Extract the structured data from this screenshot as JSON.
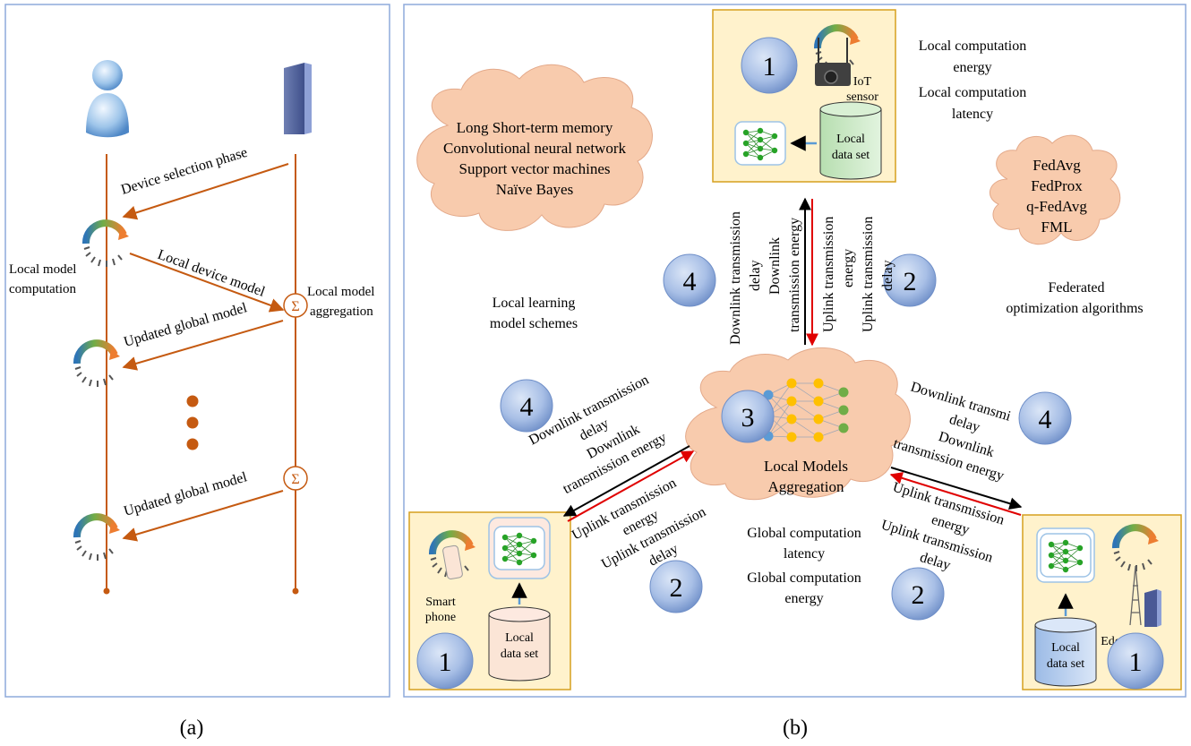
{
  "panel_a": {
    "caption": "(a)",
    "messages": {
      "device_selection": "Device selection phase",
      "local_device_model": "Local device model",
      "updated_global_1": "Updated global model",
      "updated_global_2": "Updated global model"
    },
    "labels": {
      "local_model_l1": "Local model",
      "local_model_l2": "computation",
      "aggregation_l1": "Local model",
      "aggregation_l2": "aggregation"
    },
    "sum_symbol": "Σ"
  },
  "panel_b": {
    "caption": "(b)",
    "cloud_left": [
      "Long Short-term memory",
      "Convolutional neural network",
      "Support vector machines",
      "Naïve Bayes"
    ],
    "left_caption": [
      "Local learning",
      "model schemes"
    ],
    "cloud_right": [
      "FedAvg",
      "FedProx",
      "q-FedAvg",
      "FML"
    ],
    "right_caption": [
      "Federated",
      "optimization algorithms"
    ],
    "center_cloud": [
      "Local Models",
      "Aggregation"
    ],
    "global_computation": [
      "Global computation",
      "latency",
      "Global computation",
      "energy"
    ],
    "local_computation": [
      "Local computation",
      "energy",
      "Local computation",
      "latency"
    ],
    "iot": {
      "l1": "IoT",
      "l2": "sensor",
      "data": [
        "Local",
        "data set"
      ]
    },
    "smartphone": {
      "l1": "Smart",
      "l2": "phone",
      "data": [
        "Local",
        "data set"
      ]
    },
    "edge": {
      "l1": "Edge node",
      "data": [
        "Local",
        "data set"
      ]
    },
    "steps": {
      "one": "1",
      "two": "2",
      "three": "3",
      "four": "4"
    },
    "top_down": [
      "Downlink transmission",
      "delay",
      "Downlink",
      "transmission energy"
    ],
    "top_up": [
      "Uplink transmission",
      "energy",
      "Uplink transmission",
      "delay"
    ],
    "left_down": [
      "Downlink transmission",
      "delay",
      "Downlink",
      "transmission energy"
    ],
    "left_up": [
      "Uplink transmission",
      "energy",
      "Uplink transmission",
      "delay"
    ],
    "right_down": [
      "Downlink transmi",
      "delay",
      "Downlink",
      "transmission energy"
    ],
    "right_up": [
      "Uplink transmission",
      "energy",
      "Uplink transmission",
      "delay"
    ]
  },
  "colors": {
    "frame": "#8eaadb",
    "arrow_brown": "#c55a11",
    "cloud_fill": "#f8cbad",
    "device_box": "#fff2cc",
    "device_border": "#d6a01e",
    "circle_fill": "#8faadc",
    "red_arrow": "#e00000"
  }
}
